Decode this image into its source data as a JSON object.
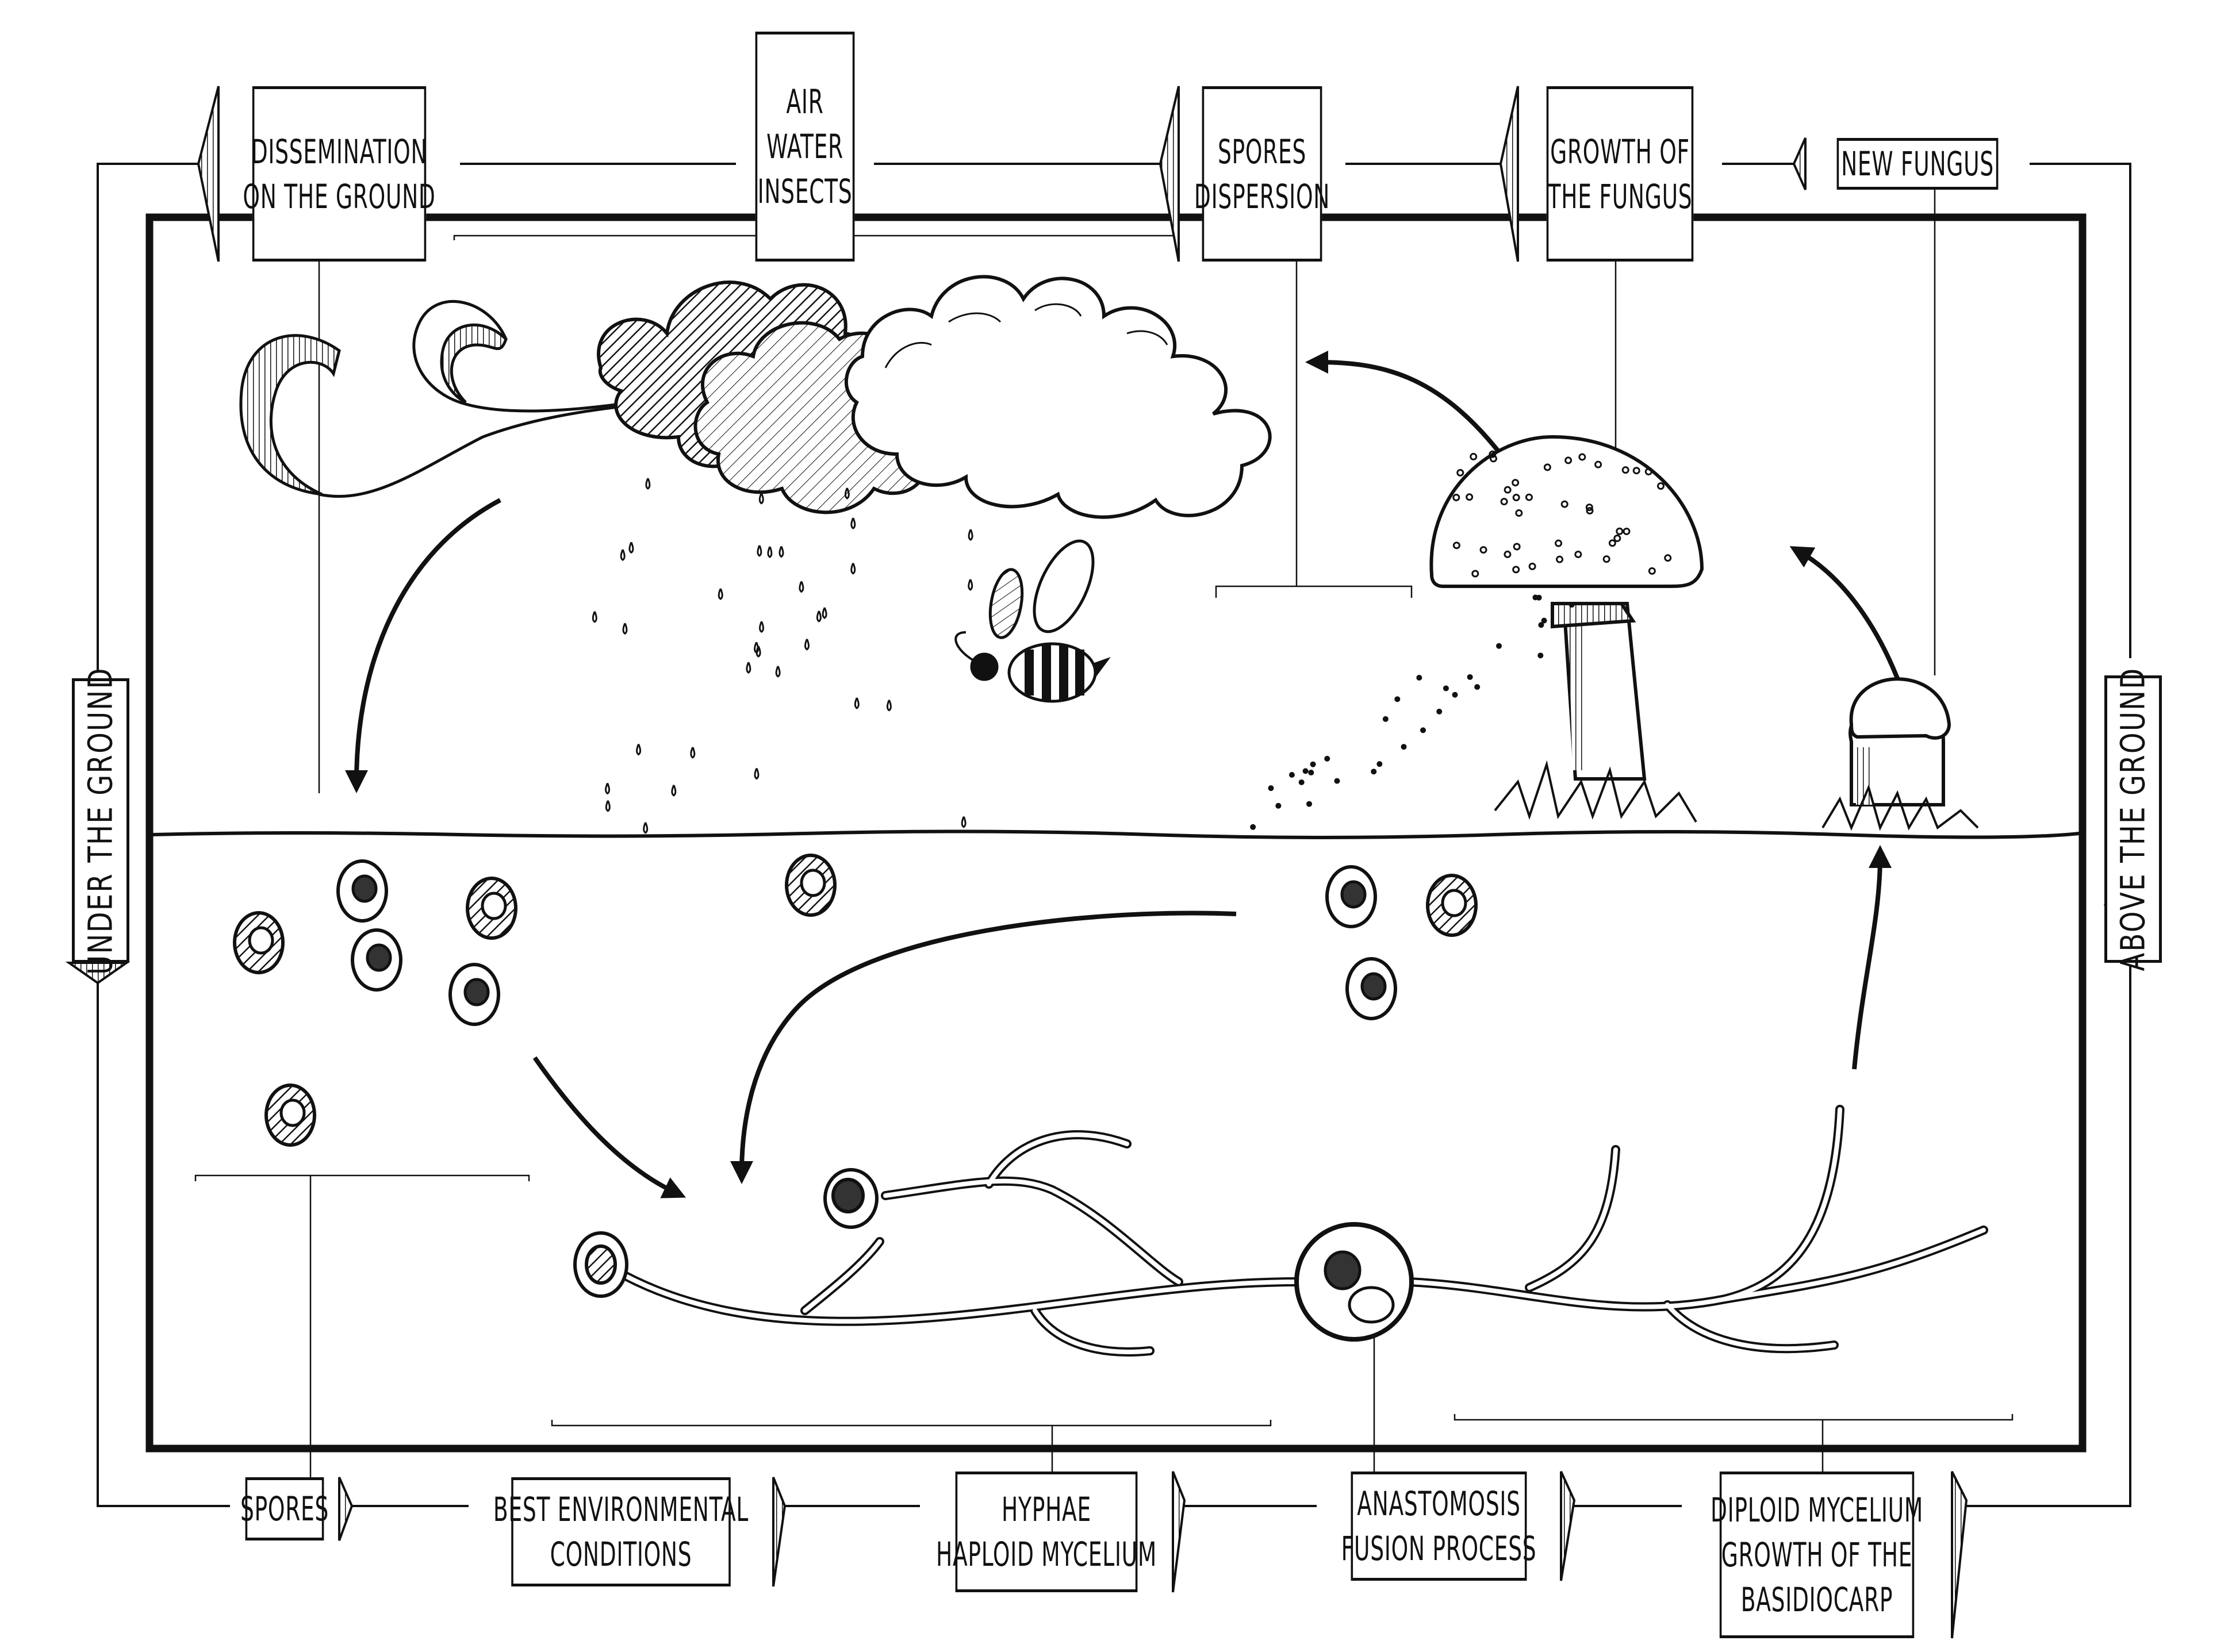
{
  "title": "Fungus life cycle",
  "top_labels": [
    {
      "id": "dissemination",
      "lines": [
        "DISSEMINATION",
        "ON THE GROUND"
      ]
    },
    {
      "id": "agents",
      "lines": [
        "AIR",
        "WATER",
        "INSECTS"
      ]
    },
    {
      "id": "spores-dispersion",
      "lines": [
        "SPORES",
        "DISPERSION"
      ]
    },
    {
      "id": "growth-fungus",
      "lines": [
        "GROWTH OF",
        "THE FUNGUS"
      ]
    },
    {
      "id": "new-fungus",
      "lines": [
        "NEW FUNGUS"
      ]
    }
  ],
  "bottom_labels": [
    {
      "id": "spores",
      "lines": [
        "SPORES"
      ]
    },
    {
      "id": "best-conditions",
      "lines": [
        "BEST ENVIRONMENTAL",
        "CONDITIONS"
      ]
    },
    {
      "id": "hyphae",
      "lines": [
        "HYPHAE",
        "HAPLOID MYCELIUM"
      ]
    },
    {
      "id": "anastomosis",
      "lines": [
        "ANASTOMOSIS",
        "FUSION PROCESS"
      ]
    },
    {
      "id": "diploid",
      "lines": [
        "DIPLOID MYCELIUM",
        "GROWTH OF THE",
        "BASIDIOCARP"
      ]
    }
  ],
  "side_labels": {
    "left": "UNDER THE GROUND",
    "right": "ABOVE  THE GROUND"
  },
  "colors": {
    "ink": "#111111",
    "paper": "#ffffff",
    "shade": "#555555"
  }
}
